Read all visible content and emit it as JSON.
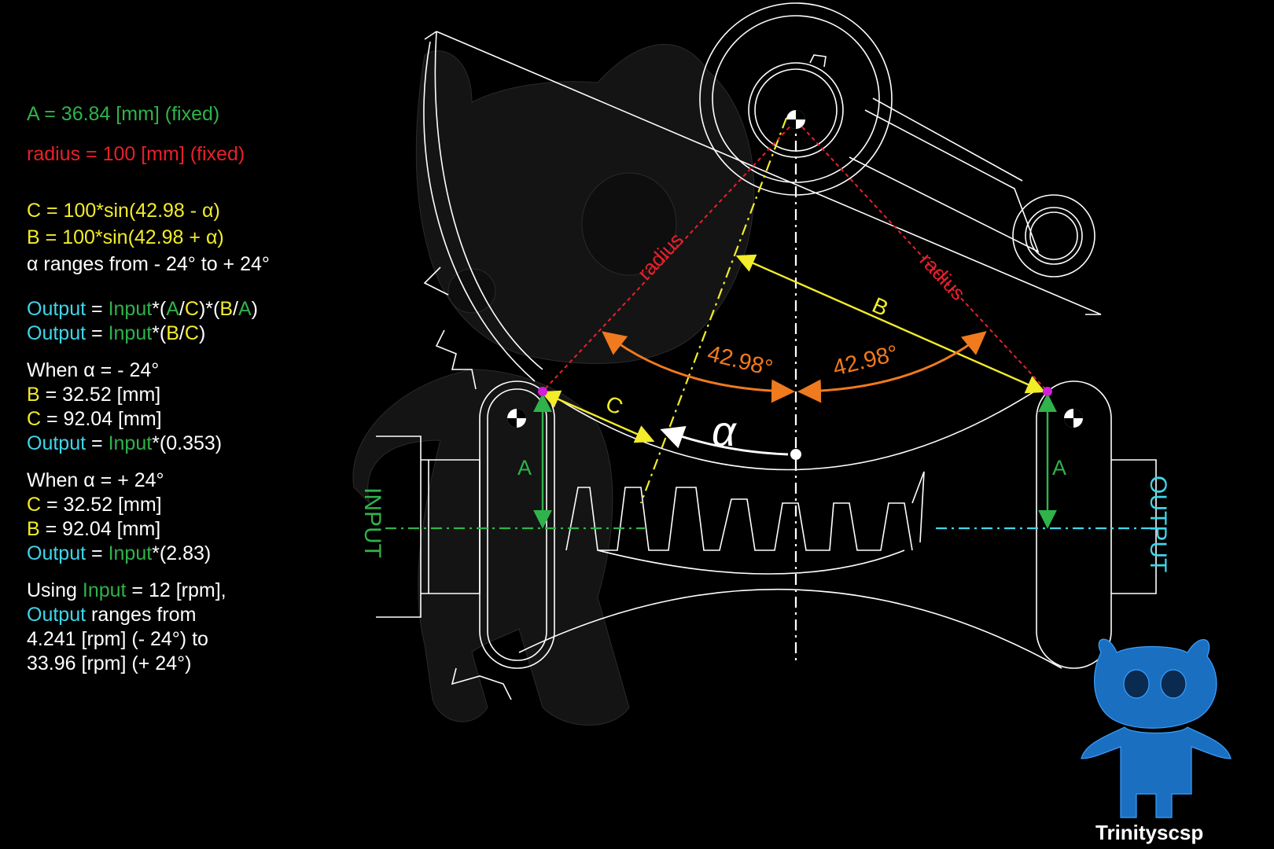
{
  "colors": {
    "A": "#2fb34a",
    "radius": "#e8202a",
    "B": "#f2ec2a",
    "C": "#f2ec2a",
    "angle": "#f07a1e",
    "output": "#3fd6ea",
    "input": "#2fb34a",
    "pivot": "#d21fd8",
    "mascot": "#1c84d8"
  },
  "legend": {
    "a_fixed": "A = 36.84 [mm] (fixed)",
    "radius_fixed": "radius = 100 [mm] (fixed)",
    "c_formula": "C = 100*sin(42.98 - α)",
    "b_formula": "B = 100*sin(42.98 + α)",
    "alpha_range": "α ranges from - 24° to + 24°",
    "out_label": "Output",
    "in_label": "Input",
    "eq_sign": " = ",
    "star": "*",
    "open_paren": "(",
    "close_paren": ")",
    "slash": "/",
    "paren_join": ")*(",
    "A": "A",
    "B": "B",
    "C": "C",
    "when_minus": "When α = - 24°",
    "when_plus": "When α = + 24°",
    "b_m_val": " = 32.52 [mm]",
    "c_m_val": " = 92.04 [mm]",
    "factor_m": "*(0.353)",
    "c_p_val": " = 32.52 [mm]",
    "b_p_val": " = 92.04 [mm]",
    "factor_p": "*(2.83)",
    "using_prefix": "Using ",
    "using_suffix": " = 12 [rpm],",
    "ranges_from": " ranges from",
    "range_line1": "4.241 [rpm] (- 24°) to",
    "range_line2": "33.96 [rpm] (+ 24°)"
  },
  "diagram": {
    "radius_label_left": "radius",
    "radius_label_right": "radius",
    "b_label": "B",
    "c_label": "C",
    "alpha_label": "α",
    "angle_left": "42.98°",
    "angle_right": "42.98°",
    "a_label_left": "A",
    "a_label_right": "A",
    "input_label": "INPUT",
    "output_label": "OUTPUT"
  },
  "brand": {
    "name": "Trinityscsp"
  }
}
